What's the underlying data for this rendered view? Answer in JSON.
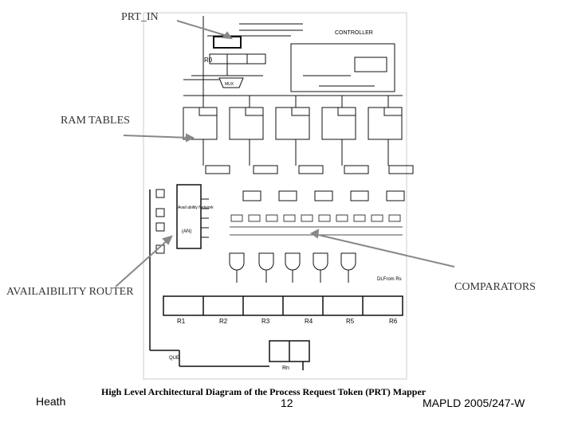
{
  "callouts": {
    "prt_in": "PRT_IN",
    "ram_tables": "RAM TABLES",
    "availability_router": "AVAILAIBILITY ROUTER",
    "comparators": "COMPARATORS"
  },
  "diagram": {
    "controller": "CONTROLLER",
    "r0": "R0",
    "mux": "MUX",
    "availability_network": "Avail ability Network",
    "an_tag": "(AN)",
    "rd_regs": [
      "R1",
      "R2",
      "R3",
      "R4",
      "R5",
      "R6"
    ],
    "rn": "Rn",
    "queue": "QUE",
    "dl_from": "DLFrom Rs"
  },
  "footer": {
    "author": "Heath",
    "caption": "High Level Architectural Diagram of the Process Request Token (PRT) Mapper",
    "page": "12",
    "conference": "MAPLD 2005/247-W"
  },
  "colors": {
    "callout_arrow": "#888888",
    "ink": "#111111"
  }
}
